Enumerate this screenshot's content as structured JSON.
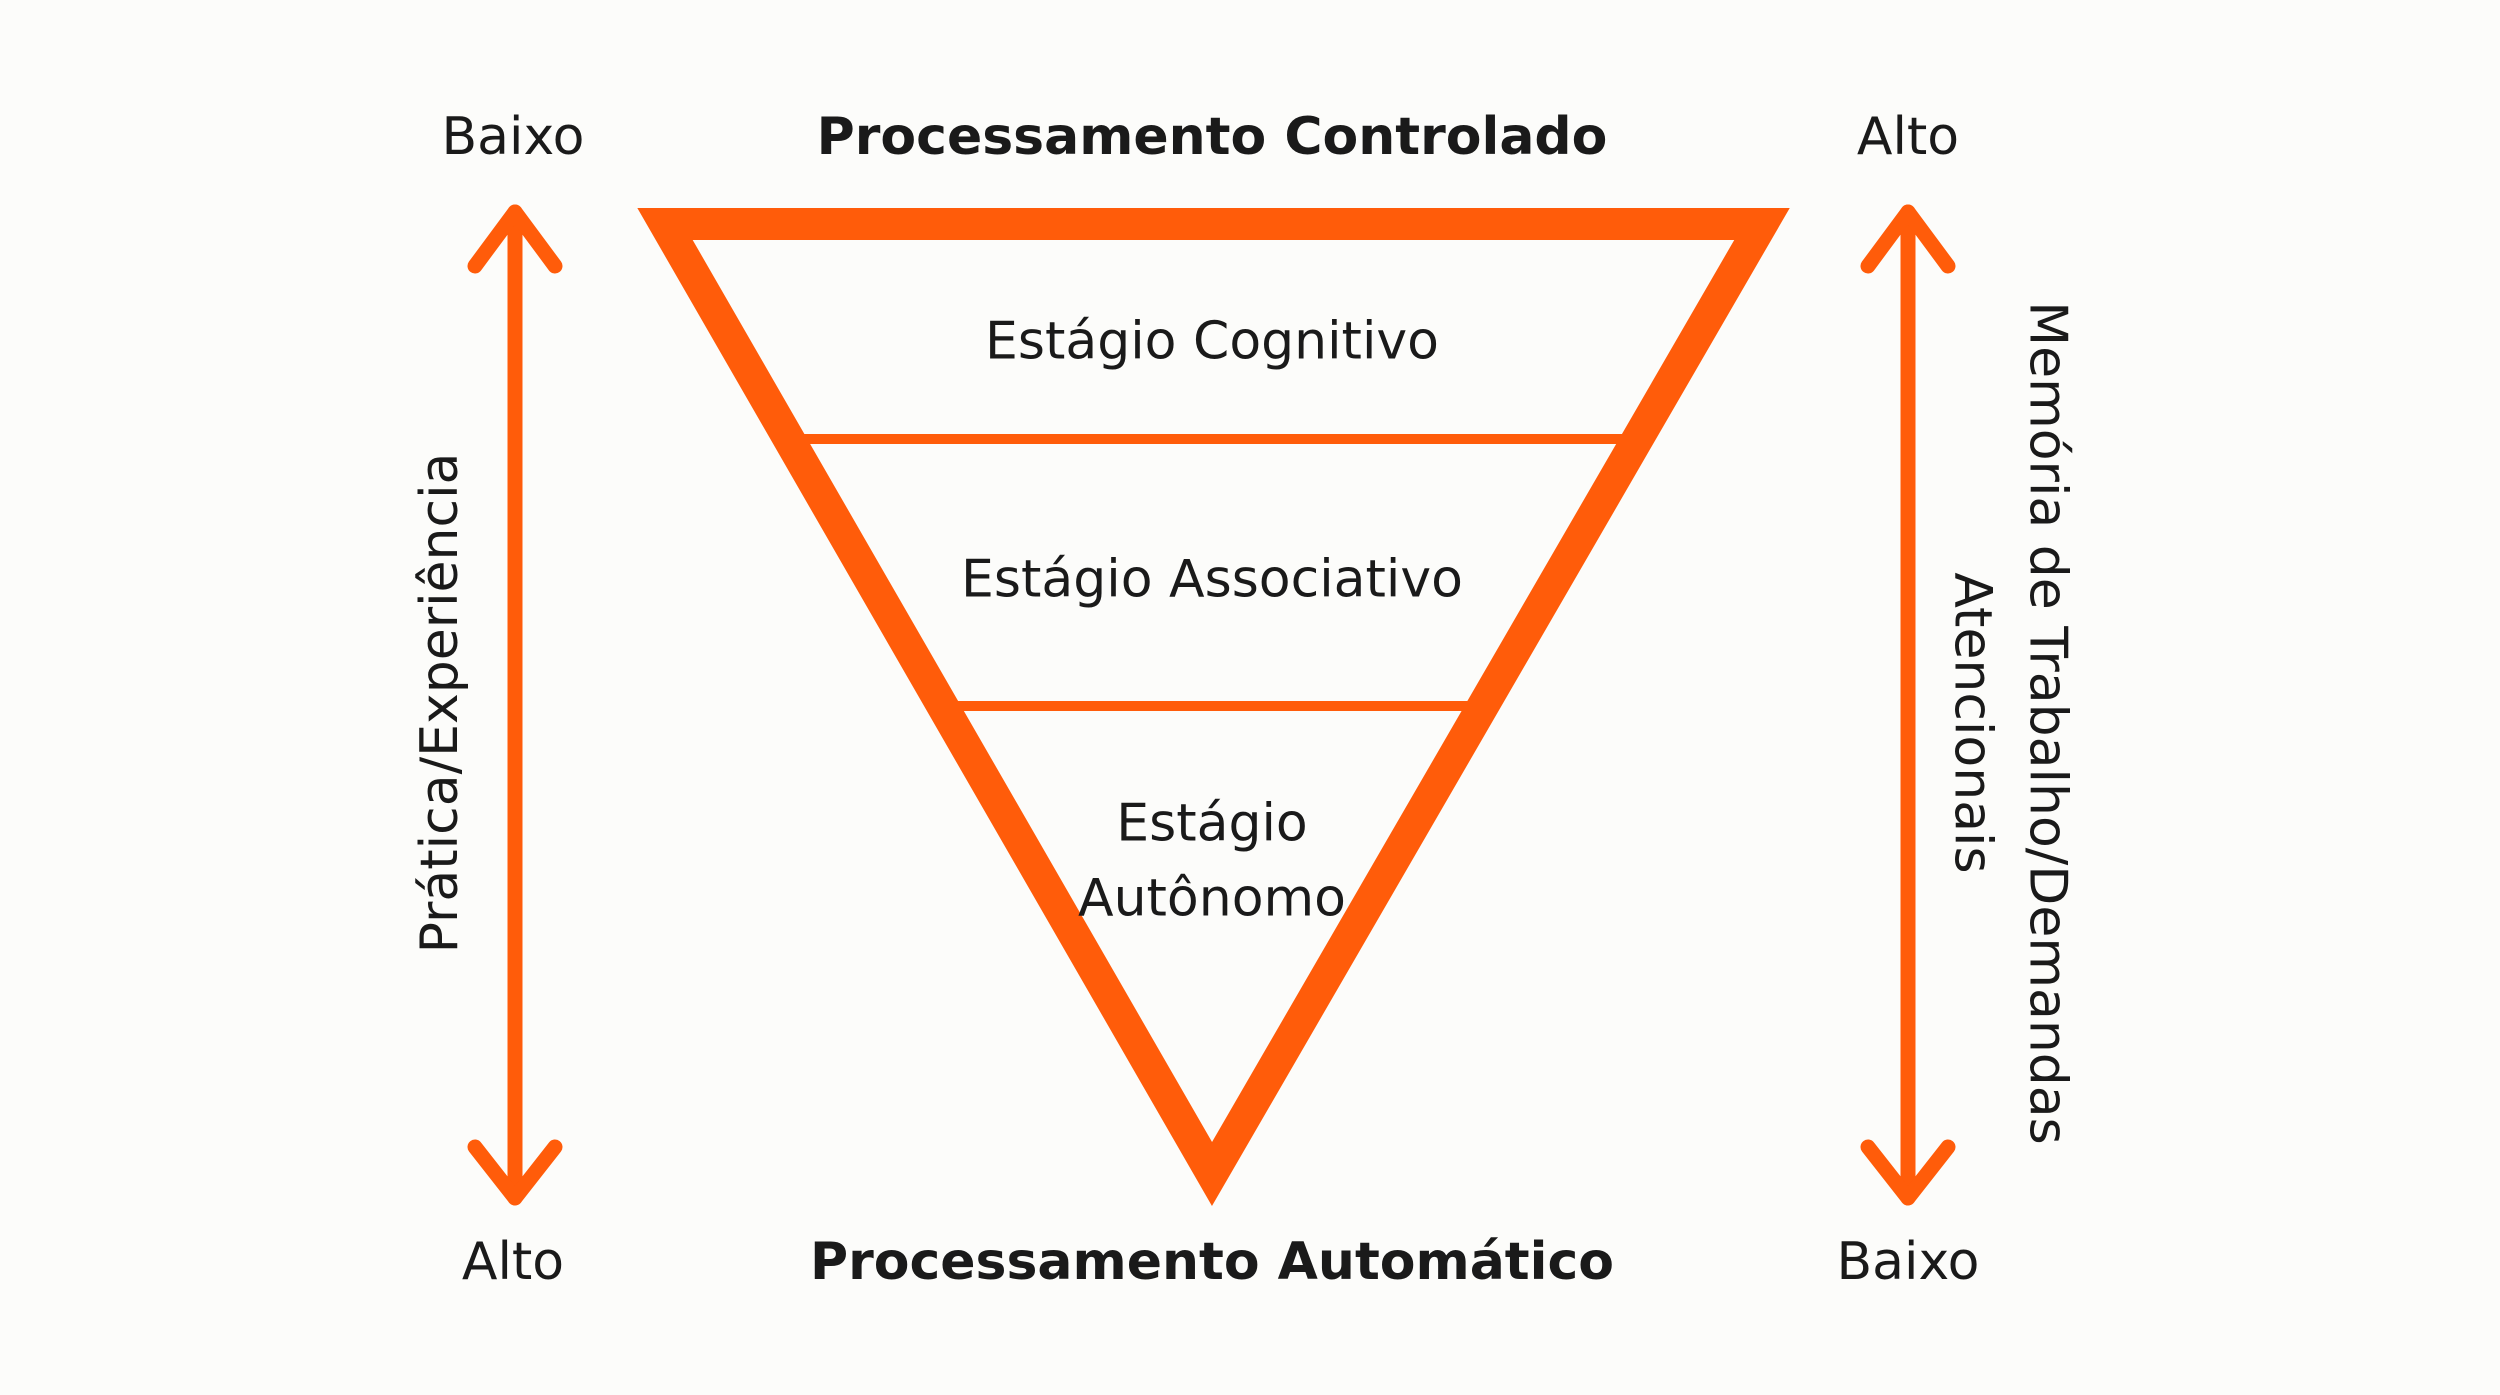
{
  "colors": {
    "accent": "#ff5c0a",
    "background": "#fcfcfa",
    "text": "#1a1a1a"
  },
  "top_title": "Processamento Controlado",
  "bottom_title": "Processamento Automático",
  "stages": [
    {
      "label": "Estágio Cognitivo"
    },
    {
      "label": "Estágio Associativo"
    },
    {
      "label_lines": [
        "Estágio",
        "Autônomo"
      ]
    }
  ],
  "left_axis": {
    "top": "Baixo",
    "bottom": "Alto",
    "label": "Prática/Experiência"
  },
  "right_axis": {
    "top": "Alto",
    "bottom": "Baixo",
    "label_lines": [
      "Memória de Trabalho/Demandas",
      "Atencionais"
    ]
  }
}
